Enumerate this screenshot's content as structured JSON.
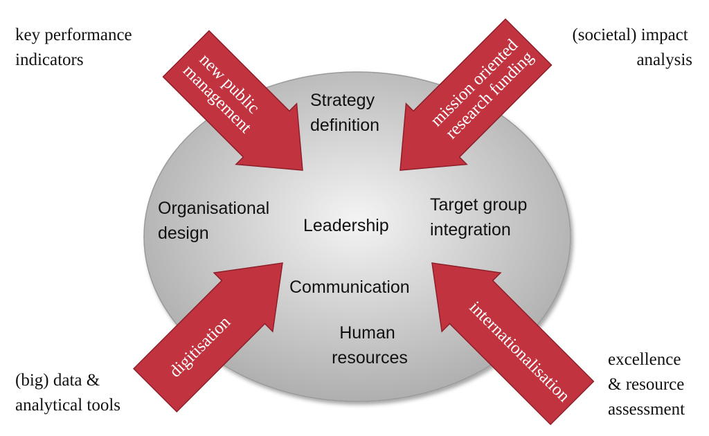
{
  "center": {
    "label": "Leadership",
    "items": {
      "strategy": [
        "Strategy",
        "definition"
      ],
      "organisation": [
        "Organisational",
        "design"
      ],
      "target": [
        "Target group",
        "integration"
      ],
      "communication": "Communication",
      "human": [
        "Human",
        "resources"
      ]
    }
  },
  "arrows": {
    "top_left": [
      "new public",
      "management"
    ],
    "top_right": [
      "mission oriented",
      "research funding"
    ],
    "bottom_left": "digitisation",
    "bottom_right": "internationalisation"
  },
  "outer": {
    "top_left": [
      "key performance",
      "indicators"
    ],
    "top_right": [
      "(societal) impact",
      "analysis"
    ],
    "bottom_left": [
      "(big) data &",
      "analytical tools"
    ],
    "bottom_right": [
      "excellence",
      "& resource",
      "assessment"
    ]
  },
  "colors": {
    "ellipse_light": "#f4f4f4",
    "ellipse_dark": "#a9a9a9",
    "arrow_fill": "#c0333f",
    "arrow_edge": "#8e1f2a"
  }
}
